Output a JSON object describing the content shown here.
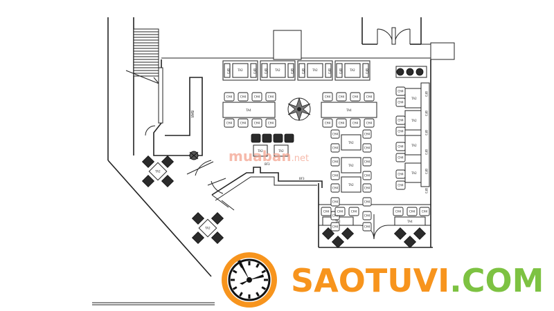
{
  "labels": {
    "table": "TA2",
    "table_b": "TA4",
    "chair": "CH4",
    "bench": "BF3",
    "bar": "BAR"
  },
  "watermark": {
    "part1": "mua",
    "part2": "ban",
    "part3": ".net"
  },
  "brand": {
    "text": "SAOTUVI.COM"
  },
  "colors": {
    "brand_orange": "#f7941d",
    "brand_green": "#7dc242",
    "watermark": "#f4a38f",
    "line": "#222222"
  }
}
